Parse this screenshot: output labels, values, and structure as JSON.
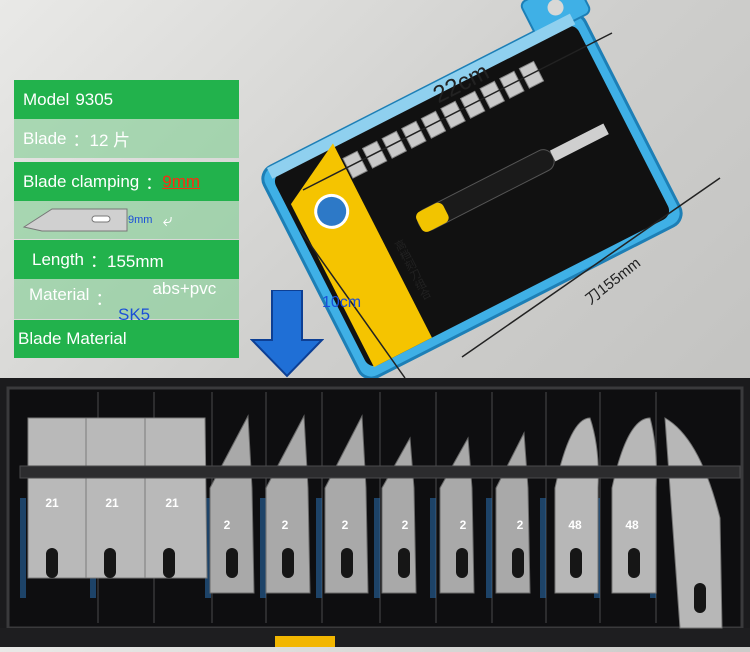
{
  "specs": {
    "model": {
      "label": "Model",
      "value": "9305"
    },
    "blade": {
      "label": "Blade",
      "value": "：12 片"
    },
    "blade_clamping": {
      "label": "Blade clamping",
      "value": "：",
      "red": "9mm",
      "note": "9mm"
    },
    "length": {
      "label": "Length",
      "value": "：155mm"
    },
    "material": {
      "label": "Material",
      "colon": "：",
      "value": "abs+pvc"
    },
    "sk5": "SK5",
    "blade_material": {
      "label": "Blade Material"
    }
  },
  "dimensions": {
    "width": "22cm",
    "height": "10cm",
    "blade_length": "刀155mm"
  },
  "box_label": "高档刻刀组合",
  "blade_numbers": [
    "21",
    "21",
    "21",
    "2",
    "2",
    "2",
    "2",
    "2",
    "2",
    "48",
    "48"
  ],
  "colors": {
    "spec_green": "#22b24c",
    "accent_red": "#ff2a10",
    "case_blue": "#3fb0e6",
    "label_yellow": "#f5c400",
    "arrow_blue": "#1f6fd6",
    "dim_blue": "#1a4fd8"
  }
}
